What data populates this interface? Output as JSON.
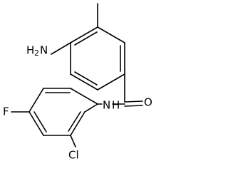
{
  "structure": {
    "atom_labels": {
      "amine_h": "H",
      "amine_sub": "2",
      "amine_n": "N",
      "carbonyl_o": "O",
      "amide_n": "N",
      "amide_h": "H",
      "fluoro": "F",
      "chloro": "Cl"
    }
  }
}
